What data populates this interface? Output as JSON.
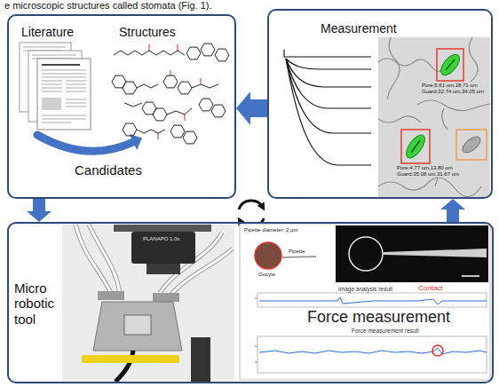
{
  "diagram": {
    "nodes": [
      {
        "text": [
          "Literature",
          "Structures",
          "Candidates"
        ]
      },
      {
        "text": [
          "Measurement"
        ]
      },
      {
        "text": [
          "Micro robotic tool"
        ]
      }
    ],
    "edges": [
      {
        "from": 0,
        "to": 2,
        "arrow": "to"
      },
      {
        "from": 2,
        "to": 1,
        "arrow": "to"
      },
      {
        "from": 1,
        "to": 0,
        "arrow": "to"
      }
    ],
    "labels": [
      "e microscopic structures called stomata (Fig. 1).",
      "Pore:5.61 um,18.71 um",
      "Guard:32.74 um,34.05 um",
      "Pore:4.77 um,13.80 um",
      "Guard:35.08 um,31.67 um",
      "PLANAPO 1.0x",
      "Pipette diameter: 2 µm",
      "Oocyte",
      "Pipette",
      "Image analysis result",
      "Contact",
      "Force measurement",
      "Force measurement result"
    ]
  }
}
